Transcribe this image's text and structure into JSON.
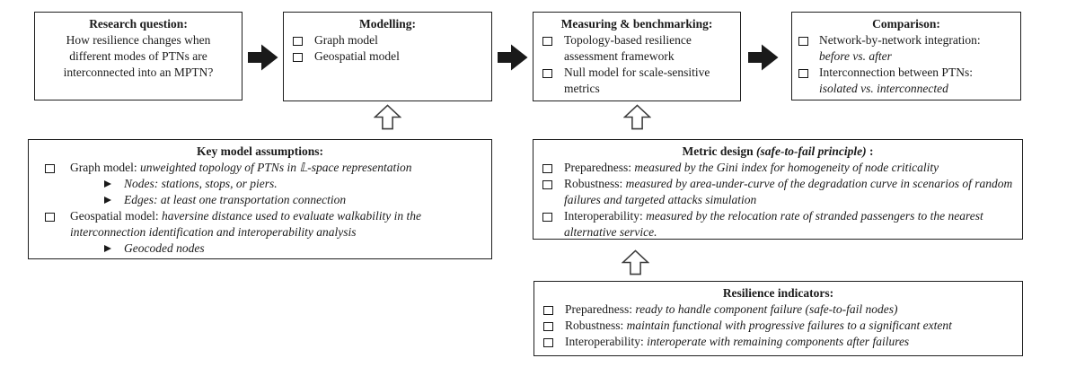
{
  "colors": {
    "ink": "#1a1a1a",
    "border": "#1f1f1f",
    "background": "#ffffff"
  },
  "icons": {
    "checkbox": {
      "name": "checkbox-icon",
      "glyph": "hollow-square"
    },
    "sub_bullet": {
      "name": "arrowhead-bullet-icon",
      "glyph": "➢"
    },
    "flow_arrow": {
      "name": "right-arrow-icon",
      "glyph": "solid-right-block-arrow"
    },
    "up_arrow": {
      "name": "up-arrow-icon",
      "glyph": "hollow-up-block-arrow"
    }
  },
  "boxes": {
    "research_question": {
      "title": "Research question:",
      "line1": "How resilience changes when",
      "line2": "different modes of PTNs are",
      "line3": "interconnected into an MPTN?"
    },
    "modelling": {
      "title": "Modelling:",
      "item1": "Graph model",
      "item2": "Geospatial model"
    },
    "measuring": {
      "title": "Measuring & benchmarking:",
      "item1": "Topology-based resilience assessment framework",
      "item2": "Null model for scale-sensitive metrics"
    },
    "comparison": {
      "title": "Comparison:",
      "item1_label": "Network-by-network integration:",
      "item1_detail": "before vs. after",
      "item2_label": "Interconnection between PTNs:",
      "item2_detail": "isolated vs. interconnected"
    },
    "assumptions": {
      "title": "Key model assumptions:",
      "item1_label": "Graph model:",
      "item1_detail": "unweighted topology of PTNs in 𝕃-space representation",
      "item1_sub1": "Nodes: stations, stops, or piers.",
      "item1_sub2": "Edges: at least one transportation connection",
      "item2_label": "Geospatial model:",
      "item2_detail": "haversine distance used to evaluate walkability in the interconnection identification and interoperability analysis",
      "item2_sub1": "Geocoded nodes"
    },
    "metric_design": {
      "title_prefix": "Metric design",
      "title_italic": "(safe-to-fail principle)",
      "title_suffix": ":",
      "item1_label": "Preparedness:",
      "item1_detail": "measured by the Gini index for homogeneity of node criticality",
      "item2_label": "Robustness:",
      "item2_detail": "measured by area-under-curve of the degradation curve in scenarios of random failures and targeted attacks simulation",
      "item3_label": "Interoperability:",
      "item3_detail": "measured by the relocation rate of stranded passengers to the nearest alternative service."
    },
    "resilience_indicators": {
      "title": "Resilience indicators:",
      "item1_label": "Preparedness:",
      "item1_detail": "ready to handle component failure (safe-to-fail nodes)",
      "item2_label": "Robustness:",
      "item2_detail": "maintain functional with progressive failures to a significant extent",
      "item3_label": "Interoperability:",
      "item3_detail": "interoperate with remaining components after failures"
    }
  }
}
